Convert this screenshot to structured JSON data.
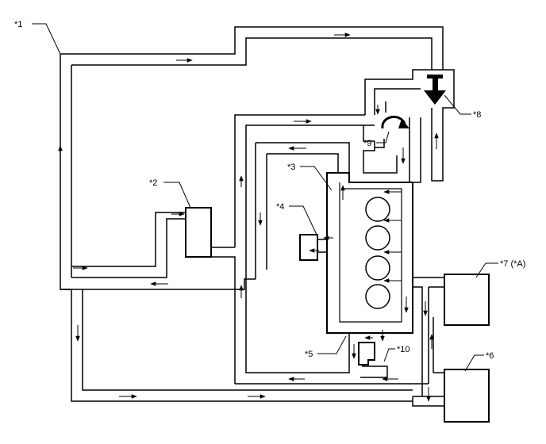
{
  "labels": {
    "l1": "*1",
    "l2": "*2",
    "l3": "*3",
    "l4": "*4",
    "l5": "*5",
    "l6": "*6",
    "l7": "*7 (*A)",
    "l8": "*8",
    "l9": "*9",
    "l10": "*10"
  }
}
